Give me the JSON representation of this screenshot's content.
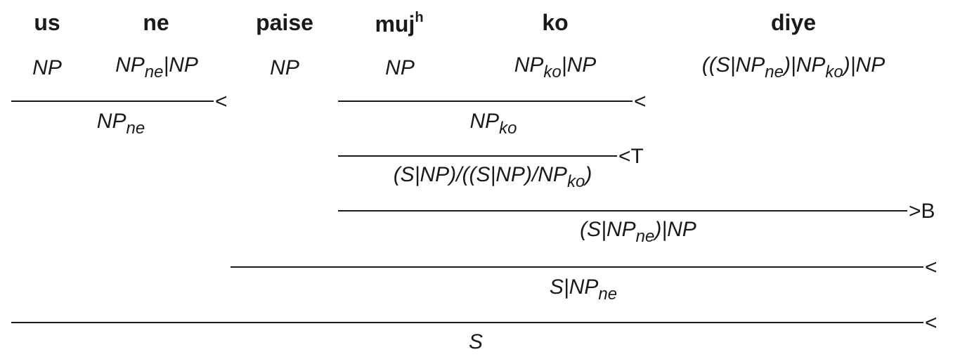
{
  "words": [
    {
      "text": "us"
    },
    {
      "text": "ne"
    },
    {
      "text": "paise"
    },
    {
      "text": "muj",
      "sup": "h"
    },
    {
      "text": "ko"
    },
    {
      "text": "diye"
    }
  ],
  "lexical_categories": [
    {
      "parts": [
        "NP"
      ]
    },
    {
      "parts": [
        "NP",
        "ne",
        "|NP"
      ]
    },
    {
      "parts": [
        "NP"
      ]
    },
    {
      "parts": [
        "NP"
      ]
    },
    {
      "parts": [
        "NP",
        "ko",
        "|NP"
      ]
    },
    {
      "parts": [
        "((S|NP",
        "ne",
        ")|NP",
        "ko",
        ")|NP"
      ]
    }
  ],
  "derivation_steps": [
    {
      "operator": "<",
      "result": [
        "NP",
        "ne"
      ]
    },
    {
      "operator": "<",
      "result": [
        "NP",
        "ko"
      ]
    },
    {
      "operator": "<T",
      "result": [
        "(S|NP)/((S|NP)/NP",
        "ko",
        ")"
      ]
    },
    {
      "operator": ">B",
      "result": [
        "(S|NP",
        "ne",
        ")|NP"
      ]
    },
    {
      "operator": "<",
      "result": [
        "S|NP",
        "ne"
      ]
    },
    {
      "operator": "<",
      "result": [
        "S"
      ]
    }
  ]
}
